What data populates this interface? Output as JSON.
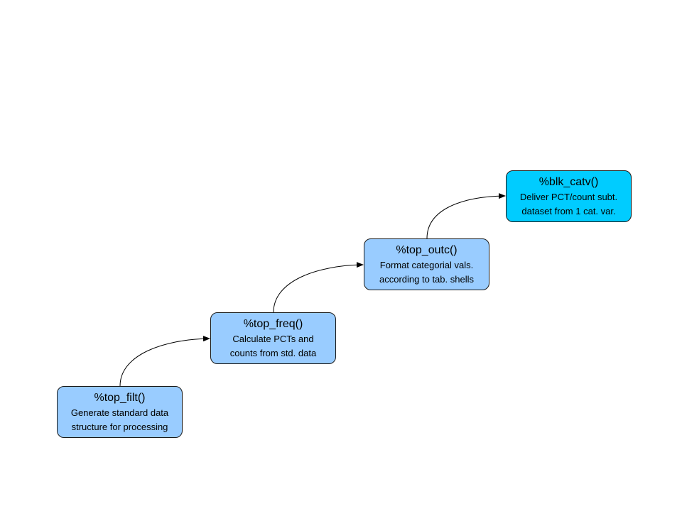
{
  "colors": {
    "step_fill": "#99ccff",
    "final_fill": "#00ccff",
    "stroke": "#1a1a1a",
    "arrow": "#000000"
  },
  "nodes": [
    {
      "title": "%top_filt()",
      "line1": "Generate standard data",
      "line2": "structure for processing",
      "fill": "#99ccff"
    },
    {
      "title": "%top_freq()",
      "line1": "Calculate PCTs and",
      "line2": "counts from std. data",
      "fill": "#99ccff"
    },
    {
      "title": "%top_outc()",
      "line1": "Format categorial vals.",
      "line2": "according to tab. shells",
      "fill": "#99ccff"
    },
    {
      "title": "%blk_catv()",
      "line1": "Deliver PCT/count subt.",
      "line2": "dataset from 1 cat. var.",
      "fill": "#00ccff"
    }
  ]
}
